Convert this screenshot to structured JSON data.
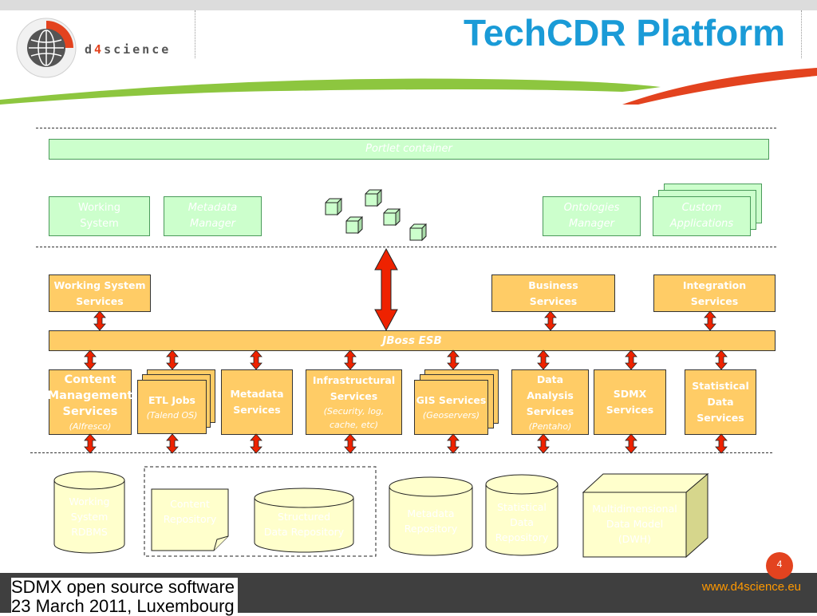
{
  "header": {
    "title": "TechCDR Platform",
    "logo_prefix": "d",
    "logo_four": "4",
    "logo_suffix": "science"
  },
  "portal_layer": {
    "portlet_container": "Portlet container",
    "working_system": "Working\nSystem",
    "metadata_manager": "Metadata\nManager",
    "ontologies_manager": "Ontologies\nManager",
    "custom_applications": "Custom\nApplications"
  },
  "services_layer": {
    "working_system_services": [
      "Working System",
      "Services"
    ],
    "business_services": [
      "Business",
      "Services"
    ],
    "integration_services": [
      "Integration",
      "Services"
    ],
    "esb": "JBoss ESB"
  },
  "components": {
    "content_management": {
      "lines": [
        "Content",
        "Management",
        "Services"
      ],
      "sub": "(Alfresco)"
    },
    "etl_jobs": {
      "lines": [
        "ETL Jobs"
      ],
      "sub": "(Talend OS)"
    },
    "metadata_services": {
      "lines": [
        "Metadata",
        "Services"
      ]
    },
    "infrastructural_services": {
      "lines": [
        "Infrastructural",
        "Services"
      ],
      "sub": "(Security, log,\ncache, etc)"
    },
    "gis_services": {
      "lines": [
        "GIS Services"
      ],
      "sub": "(Geoservers)"
    },
    "data_analysis_services": {
      "lines": [
        "Data Analysis",
        "Services"
      ],
      "sub": "(Pentaho)"
    },
    "sdmx_services": {
      "lines": [
        "SDMX",
        "Services"
      ]
    },
    "statistical_data_services": {
      "lines": [
        "Statistical",
        "Data",
        "Services"
      ]
    }
  },
  "storage": {
    "working_system_rdbms": "Working\nSystem\nRDBMS",
    "content_repository": "Content\nRepository",
    "structured_data_repository": "Structured\nData Repository",
    "metadata_repository": "Metadata\nRepository",
    "statistical_data_repository": "Statistical\nData\nRepository",
    "multidimensional_data_model": "Multidimensional\nData Model\n(DWH)"
  },
  "footer": {
    "line1": "SDMX open source software",
    "line2": "23 March 2011, Luxembourg",
    "url": "www.d4science.eu",
    "page": "4"
  },
  "colors": {
    "title": "#1a9bd7",
    "green_box": "#ccffcc",
    "orange_box": "#ffcc66",
    "yellow_store": "#ffffcc",
    "arrow": "#ee2200",
    "swoosh_green": "#8dc63f",
    "swoosh_red": "#e3431f"
  }
}
